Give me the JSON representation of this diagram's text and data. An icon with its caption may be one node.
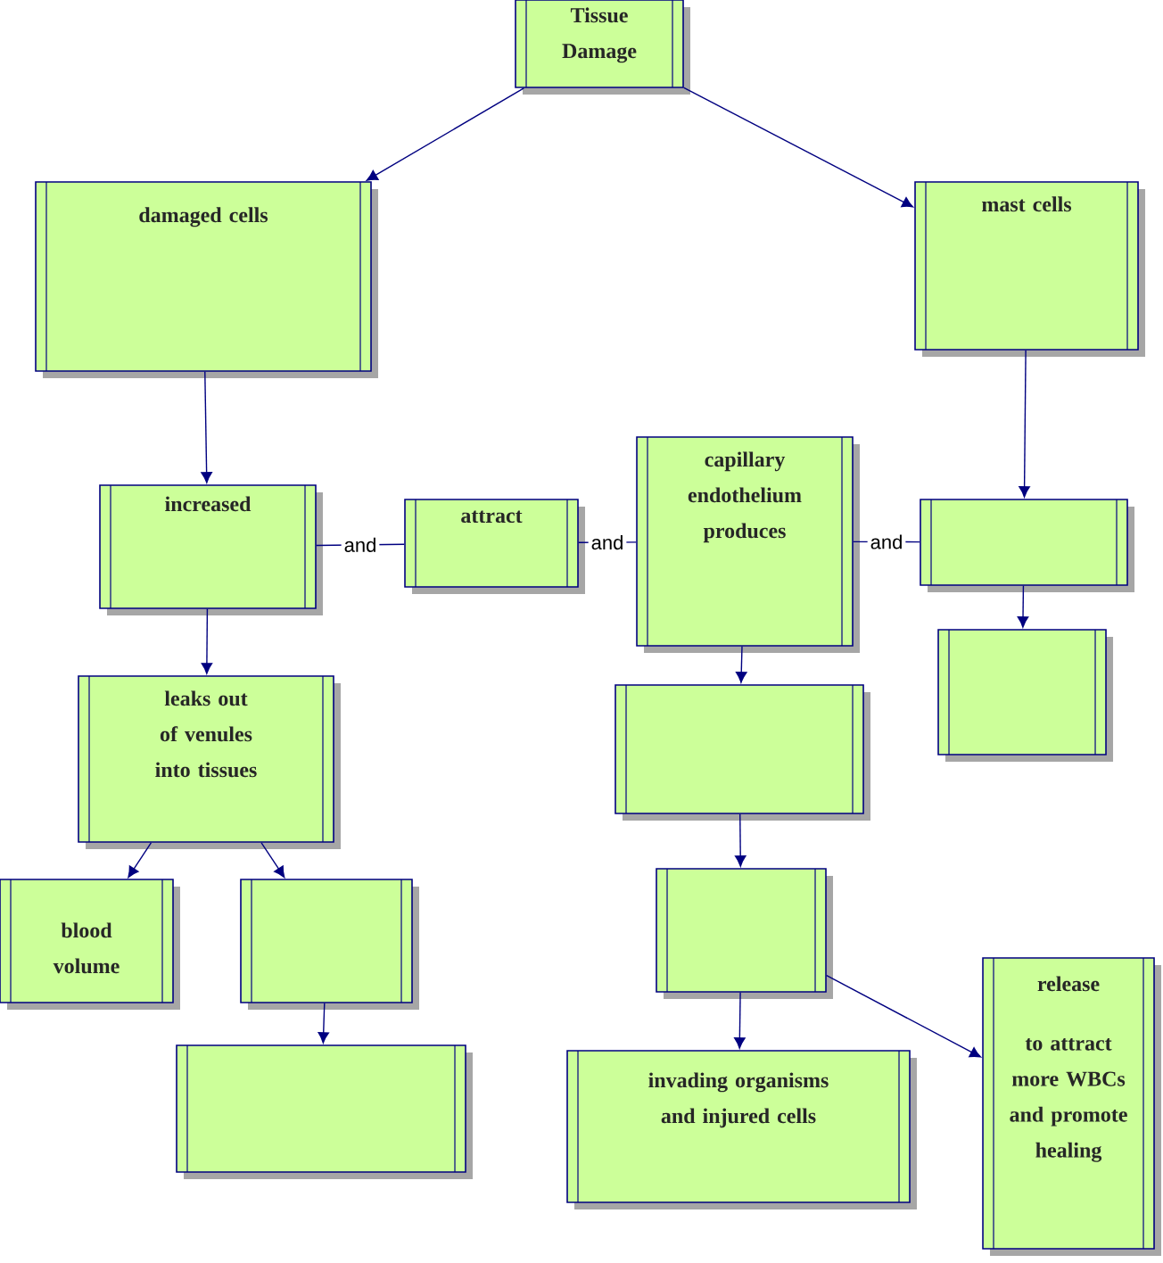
{
  "diagram": {
    "nodes": [
      {
        "text": [
          "Tissue Damage"
        ]
      },
      {
        "text": [
          "damaged cells"
        ]
      },
      {
        "text": [
          "mast cells"
        ]
      },
      {
        "text": [
          "increased"
        ]
      },
      {
        "text": [
          "attract"
        ]
      },
      {
        "text": [
          "capillary endothelium produces"
        ]
      },
      {
        "text": [],
        "shape": "box"
      },
      {
        "text": [
          "leaks out of venules into tissues"
        ]
      },
      {
        "text": [],
        "shape": "box"
      },
      {
        "text": [],
        "shape": "box"
      },
      {
        "text": [
          "blood volume"
        ]
      },
      {
        "text": [],
        "shape": "box"
      },
      {
        "text": [],
        "shape": "box"
      },
      {
        "text": [],
        "shape": "box"
      },
      {
        "text": [
          "invading organisms and injured cells"
        ]
      },
      {
        "text": [
          "release",
          "to attract more WBCs and promote healing"
        ]
      }
    ],
    "edges": [
      {
        "from": 0,
        "to": 1,
        "arrow": "to"
      },
      {
        "from": 0,
        "to": 2,
        "arrow": "to"
      },
      {
        "from": 1,
        "to": 3,
        "arrow": "to"
      },
      {
        "from": 2,
        "to": 6,
        "arrow": "to"
      },
      {
        "from": 3,
        "to": 4,
        "arrow": "none",
        "label": "and"
      },
      {
        "from": 4,
        "to": 5,
        "arrow": "none",
        "label": "and"
      },
      {
        "from": 5,
        "to": 6,
        "arrow": "none",
        "label": "and"
      },
      {
        "from": 3,
        "to": 7,
        "arrow": "to"
      },
      {
        "from": 6,
        "to": 8,
        "arrow": "to"
      },
      {
        "from": 5,
        "to": 9,
        "arrow": "to"
      },
      {
        "from": 7,
        "to": 10,
        "arrow": "to"
      },
      {
        "from": 7,
        "to": 11,
        "arrow": "to"
      },
      {
        "from": 9,
        "to": 12,
        "arrow": "to"
      },
      {
        "from": 11,
        "to": 13,
        "arrow": "to"
      },
      {
        "from": 12,
        "to": 14,
        "arrow": "to"
      },
      {
        "from": 12,
        "to": 15,
        "arrow": "to"
      }
    ]
  }
}
